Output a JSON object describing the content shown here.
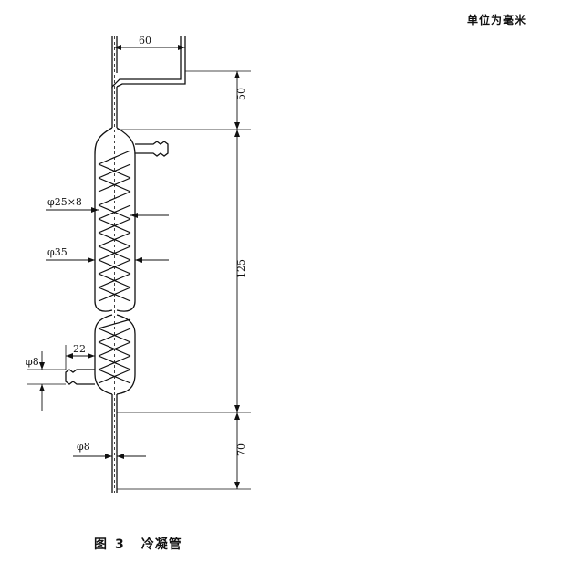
{
  "unit_note": "单位为毫米",
  "figure": {
    "label": "图",
    "number": "3",
    "title": "冷凝管"
  },
  "dimensions": {
    "top_width": "60",
    "top_height": "50",
    "body_height": "125",
    "bottom_height": "70",
    "coil_tube": "φ25×8",
    "outer_diameter": "φ35",
    "side_tube_length": "22",
    "side_tube_diameter": "φ8",
    "bottom_tube_diameter": "φ8"
  }
}
